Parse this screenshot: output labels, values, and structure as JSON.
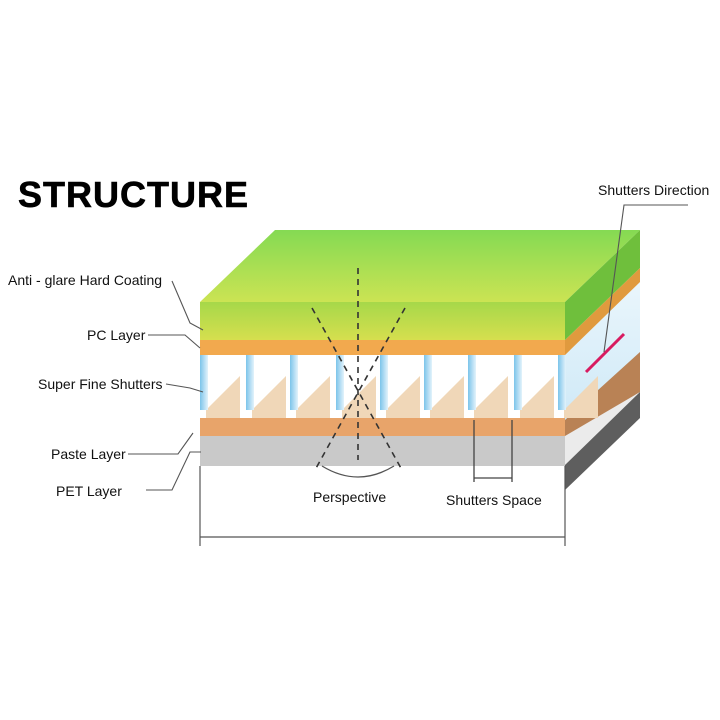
{
  "title": "STRUCTURE",
  "labels": {
    "anti_glare": "Anti - glare Hard Coating",
    "pc_layer": "PC Layer",
    "shutters": "Super Fine Shutters",
    "paste_layer": "Paste Layer",
    "pet_layer": "PET Layer",
    "shutters_direction": "Shutters Direction",
    "perspective": "Perspective",
    "shutters_space": "Shutters Space"
  },
  "colors": {
    "coating_green": "#8ad24a",
    "pc_orange": "#f2a94e",
    "paste_orange": "#e8a46a",
    "pet_gray": "#c7c7c7",
    "shutter_blue": "#9fd3f0",
    "direction_line": "#d81b60"
  }
}
